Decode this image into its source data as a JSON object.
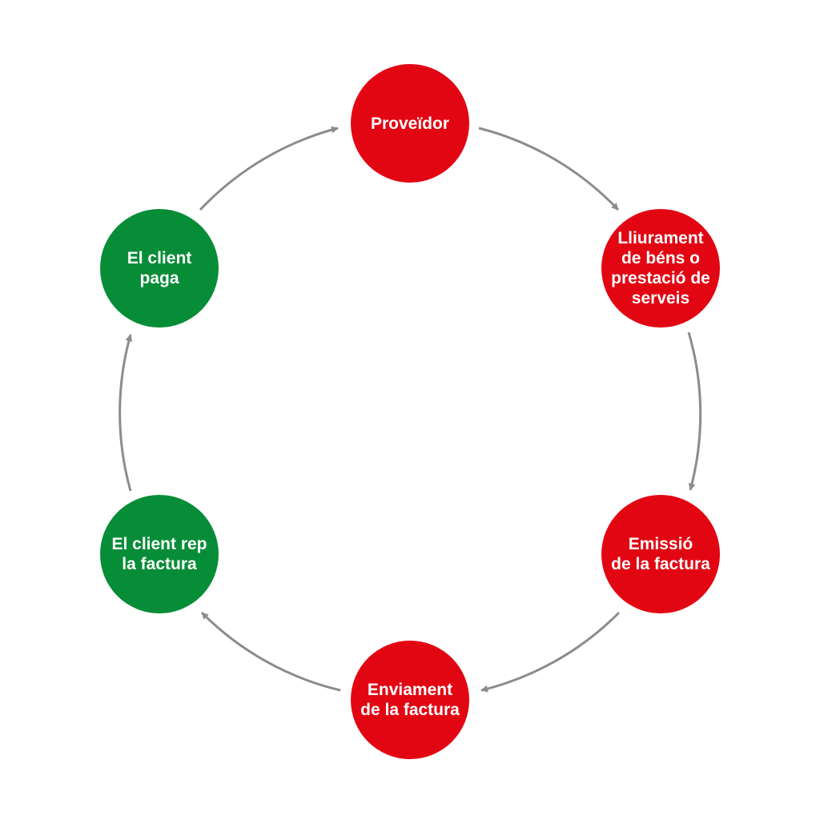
{
  "diagram": {
    "colors": {
      "supplier_steps": "#e20613",
      "client_steps": "#078d37",
      "arrows": "#8c8c8c",
      "label_text": "#ffffff"
    },
    "nodes": [
      {
        "id": "proveidor",
        "label": "Proveïdor",
        "color": "#e20613"
      },
      {
        "id": "lliurament",
        "label": "Lliurament\nde béns o\nprestació de\nserveis",
        "color": "#e20613"
      },
      {
        "id": "emissio",
        "label": "Emissió\nde la factura",
        "color": "#e20613"
      },
      {
        "id": "enviament",
        "label": "Enviament\nde la factura",
        "color": "#e20613"
      },
      {
        "id": "rep",
        "label": "El client rep\nla factura",
        "color": "#078d37"
      },
      {
        "id": "paga",
        "label": "El client\npaga",
        "color": "#078d37"
      }
    ],
    "edges": [
      {
        "from": "proveidor",
        "to": "lliurament"
      },
      {
        "from": "lliurament",
        "to": "emissio"
      },
      {
        "from": "emissio",
        "to": "enviament"
      },
      {
        "from": "enviament",
        "to": "rep"
      },
      {
        "from": "rep",
        "to": "paga"
      },
      {
        "from": "paga",
        "to": "proveidor"
      }
    ]
  }
}
